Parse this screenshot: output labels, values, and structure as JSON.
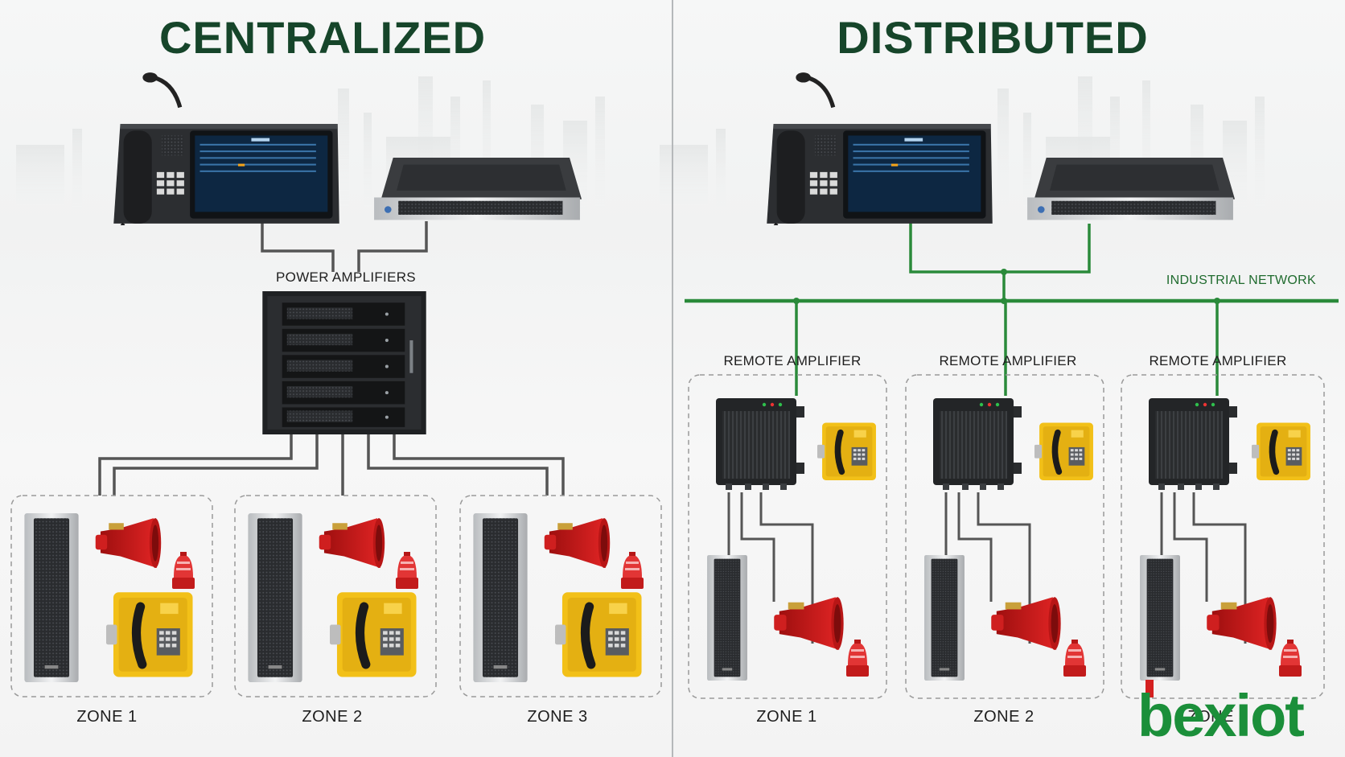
{
  "left_panel": {
    "title": "CENTRALIZED",
    "power_amplifiers_label": "POWER AMPLIFIERS",
    "zones": [
      "ZONE 1",
      "ZONE 2",
      "ZONE 3"
    ]
  },
  "right_panel": {
    "title": "DISTRIBUTED",
    "network_label": "INDUSTRIAL NETWORK",
    "remote_amplifier_labels": [
      "REMOTE AMPLIFIER",
      "REMOTE AMPLIFIER",
      "REMOTE AMPLIFIER"
    ],
    "zones": [
      "ZONE 1",
      "ZONE 2",
      "ZONE 3"
    ]
  },
  "brand": {
    "logo": "bexiot"
  },
  "colors": {
    "title_green": "#16452a",
    "network_green": "#2a8a3a",
    "cable_gray": "#555555",
    "horn_red": "#cc1b1b",
    "phone_yellow": "#f2c018",
    "logo_green": "#1b8f3a",
    "logo_red": "#d42020"
  },
  "icons": [
    "paging-console-icon",
    "network-server-icon",
    "amplifier-rack-icon",
    "column-speaker-icon",
    "horn-speaker-icon",
    "beacon-icon",
    "emergency-phone-icon",
    "remote-amplifier-icon"
  ]
}
